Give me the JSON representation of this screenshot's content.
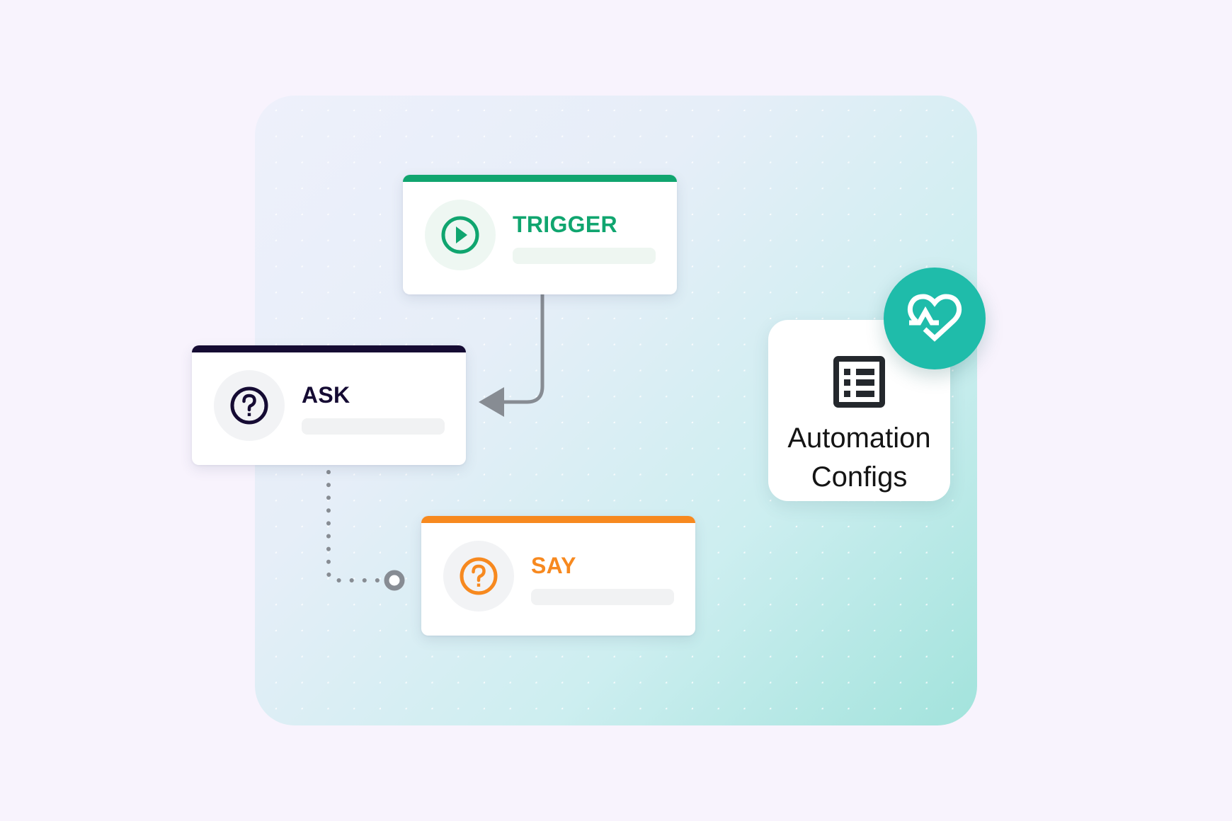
{
  "canvas": {
    "background": "#f8f3fd",
    "panel_gradient_start": "#eef0fb",
    "panel_gradient_end": "#a2e3dc"
  },
  "nodes": [
    {
      "id": "trigger",
      "label": "TRIGGER",
      "icon": "play-circle-icon",
      "accent": "#10a56f",
      "icon_bg": "#eef7f2"
    },
    {
      "id": "ask",
      "label": "ASK",
      "icon": "question-circle-icon",
      "accent": "#150b33",
      "icon_bg": "#f2f3f5"
    },
    {
      "id": "say",
      "label": "SAY",
      "icon": "question-circle-icon",
      "accent": "#f7891f",
      "icon_bg": "#f2f3f5"
    }
  ],
  "connectors": [
    {
      "from": "trigger",
      "to": "ask",
      "style": "solid-arrow",
      "color": "#878c93"
    },
    {
      "from": "ask",
      "to": "say",
      "style": "dotted-ring",
      "color": "#878c93"
    }
  ],
  "config_card": {
    "line1": "Automation",
    "line2": "Configs",
    "icon": "list-icon",
    "badge_icon": "heart-pulse-icon",
    "badge_color": "#1fbcaa"
  }
}
